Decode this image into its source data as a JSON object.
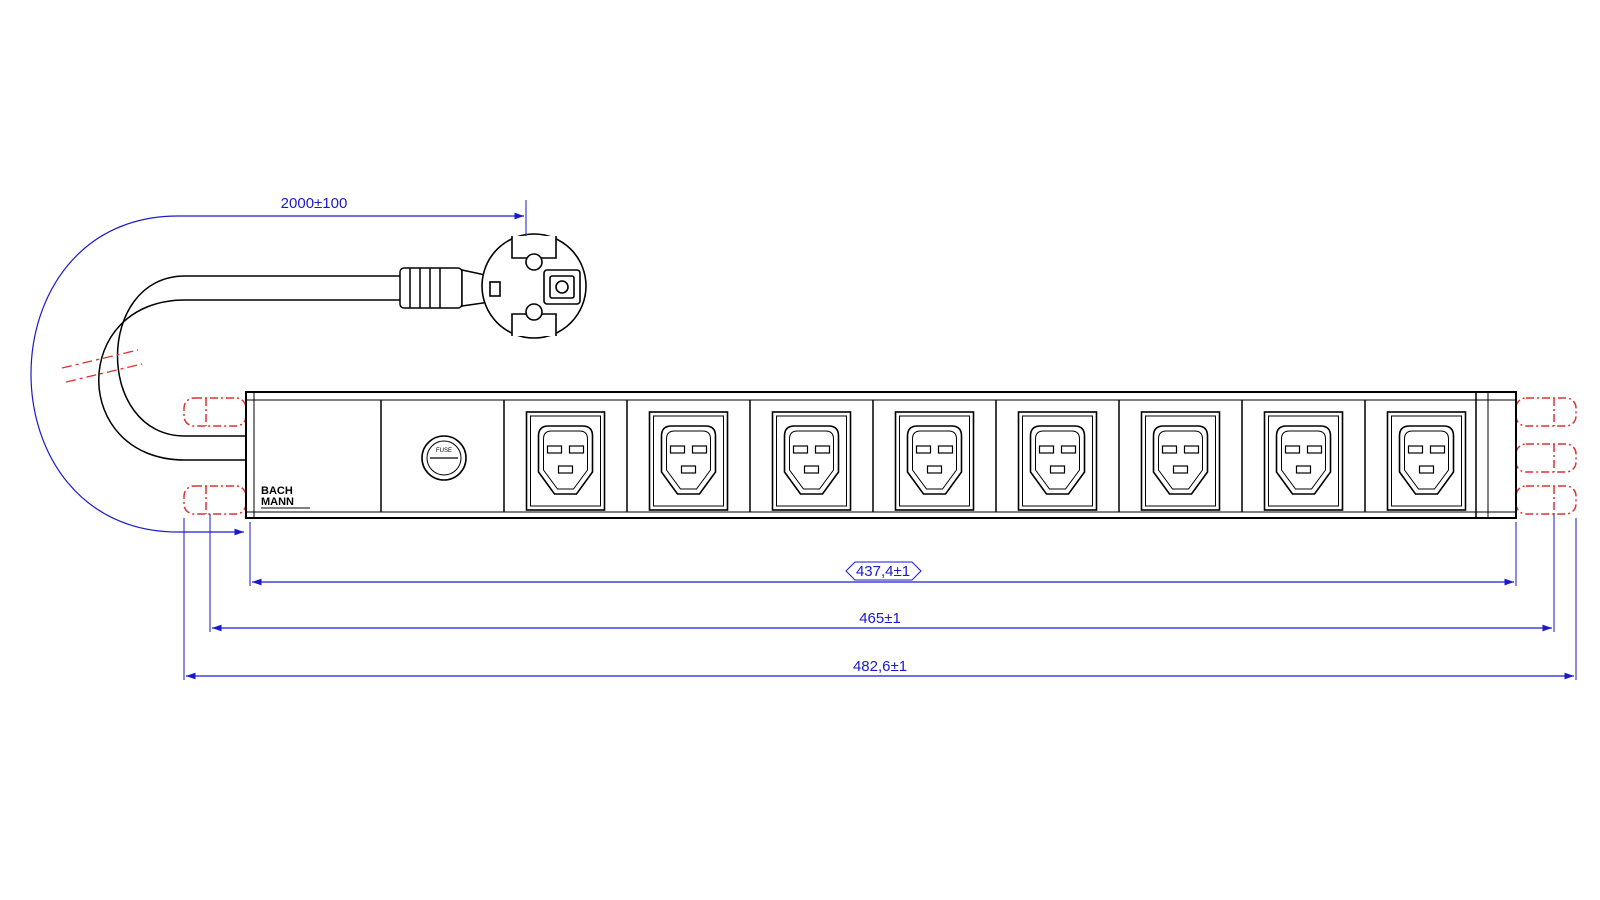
{
  "drawing": {
    "brand": {
      "line1": "BACH",
      "line2": "MANN"
    },
    "fuse_label": "FUSE",
    "outlet_count": 8,
    "dimensions": {
      "cable_length": "2000±100",
      "body_length": "437,4±1",
      "mount_spacing": "465±1",
      "overall_width": "482,6±1"
    },
    "colors": {
      "outline": "#000000",
      "dimension": "#1a1acc",
      "bracket": "#e03030"
    }
  }
}
